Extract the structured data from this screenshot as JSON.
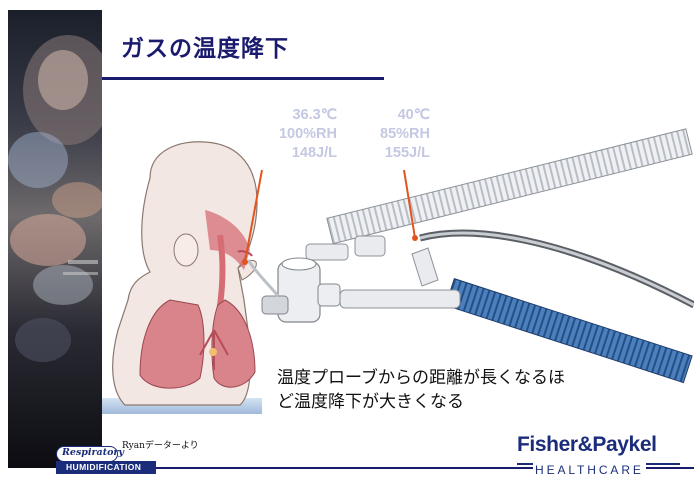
{
  "slide": {
    "title": "ガスの温度降下",
    "readings": {
      "patient_end": {
        "temperature": "36.3℃",
        "humidity": "100%RH",
        "absolute": "148J/L"
      },
      "circuit_end": {
        "temperature": "40℃",
        "humidity": "85%RH",
        "absolute": "155J/L"
      }
    },
    "caption_lines": [
      "温度プローブからの距離が長くなるほ",
      "ど温度降下が大きくなる"
    ],
    "source_note": "Ryanデーターより",
    "logo_left": {
      "top": "Respiratory",
      "bottom": "HUMIDIFICATION"
    },
    "logo_right": {
      "name": "Fisher&Paykel",
      "sub": "HEALTHCARE"
    }
  },
  "colors": {
    "title": "#1b1b6e",
    "rule": "#1b1b6e",
    "reading_text": "#c4c8e2",
    "pointer": "#e2541e",
    "tube_white": "#e8eaed",
    "tube_blue": "#3d72b0",
    "brand_navy": "#1b2d7a"
  }
}
